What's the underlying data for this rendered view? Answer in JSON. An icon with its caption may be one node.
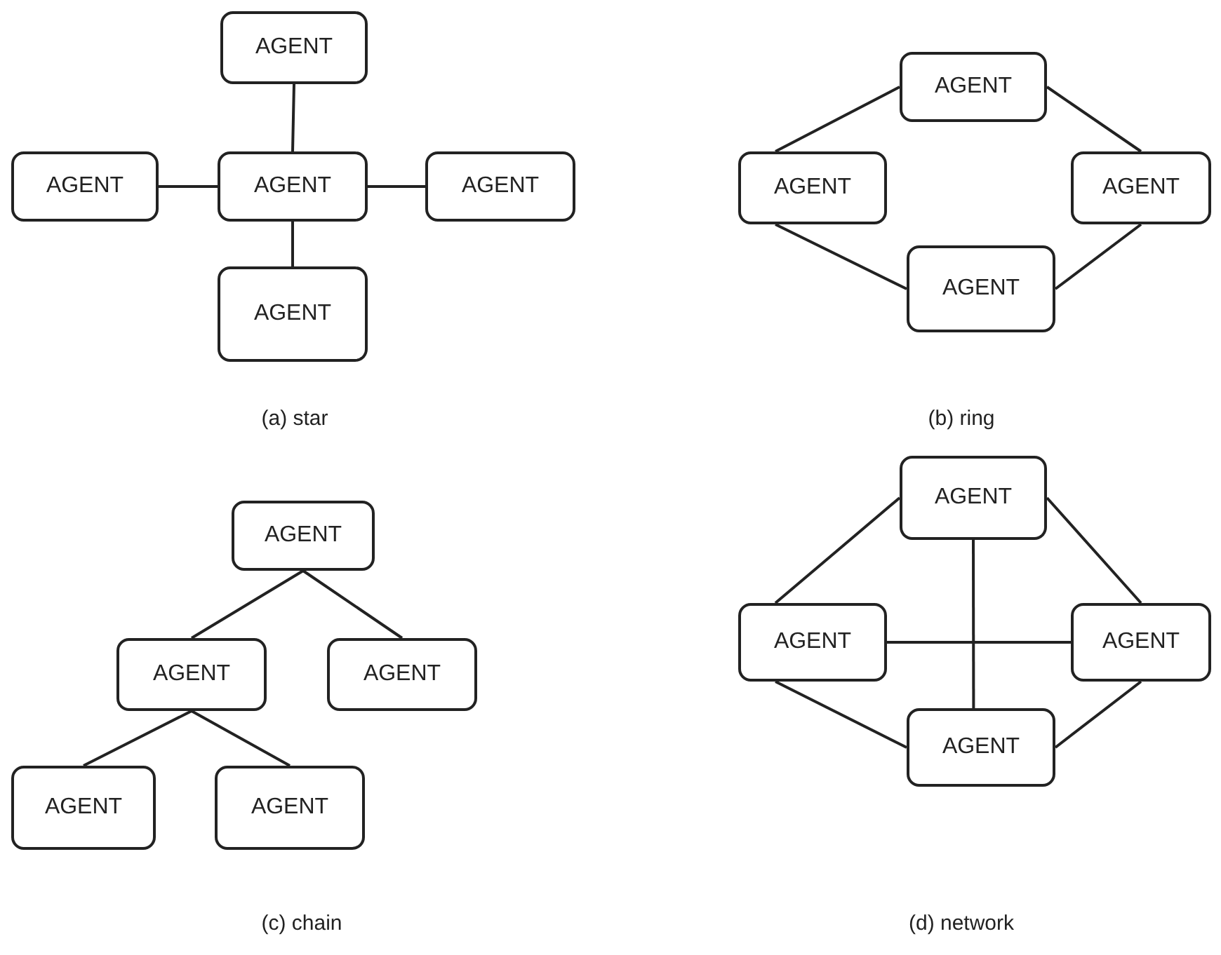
{
  "diagram": {
    "nodes": [
      {
        "text": [
          "AGENT"
        ]
      },
      {
        "text": [
          "AGENT"
        ]
      },
      {
        "text": [
          "AGENT"
        ]
      },
      {
        "text": [
          "AGENT"
        ]
      },
      {
        "text": [
          "AGENT"
        ]
      },
      {
        "text": [
          "AGENT"
        ]
      },
      {
        "text": [
          "AGENT"
        ]
      },
      {
        "text": [
          "AGENT"
        ]
      },
      {
        "text": [
          "AGENT"
        ]
      },
      {
        "text": [
          "AGENT"
        ]
      },
      {
        "text": [
          "AGENT"
        ]
      },
      {
        "text": [
          "AGENT"
        ]
      },
      {
        "text": [
          "AGENT"
        ]
      },
      {
        "text": [
          "AGENT"
        ]
      },
      {
        "text": [
          "AGENT"
        ]
      },
      {
        "text": [
          "AGENT"
        ]
      },
      {
        "text": [
          "AGENT"
        ]
      },
      {
        "text": [
          "AGENT"
        ]
      }
    ],
    "edges": [
      {
        "from": 0,
        "to": 2,
        "arrow": "none"
      },
      {
        "from": 1,
        "to": 2,
        "arrow": "none"
      },
      {
        "from": 2,
        "to": 3,
        "arrow": "none"
      },
      {
        "from": 2,
        "to": 4,
        "arrow": "none"
      },
      {
        "from": 6,
        "to": 5,
        "arrow": "none"
      },
      {
        "from": 5,
        "to": 7,
        "arrow": "none"
      },
      {
        "from": 6,
        "to": 8,
        "arrow": "none"
      },
      {
        "from": 8,
        "to": 7,
        "arrow": "none"
      },
      {
        "from": 9,
        "to": 10,
        "arrow": "none"
      },
      {
        "from": 9,
        "to": 11,
        "arrow": "none"
      },
      {
        "from": 10,
        "to": 12,
        "arrow": "none"
      },
      {
        "from": 10,
        "to": 13,
        "arrow": "none"
      },
      {
        "from": 15,
        "to": 14,
        "arrow": "none"
      },
      {
        "from": 14,
        "to": 16,
        "arrow": "none"
      },
      {
        "from": 15,
        "to": 17,
        "arrow": "none"
      },
      {
        "from": 17,
        "to": 16,
        "arrow": "none"
      },
      {
        "from": 14,
        "to": 17,
        "arrow": "none"
      },
      {
        "from": 15,
        "to": 16,
        "arrow": "none"
      }
    ],
    "labels": [
      "(a) star",
      "(b) ring",
      "(c) chain",
      "(d) network"
    ]
  }
}
